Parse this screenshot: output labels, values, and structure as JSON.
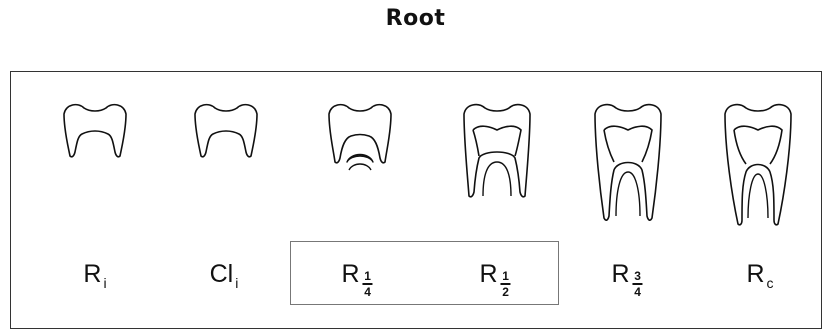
{
  "title": "Root",
  "stages": [
    {
      "name": "R",
      "sub": "i"
    },
    {
      "name": "Cl",
      "sub": "i"
    },
    {
      "name": "R",
      "num": "1",
      "den": "4"
    },
    {
      "name": "R",
      "num": "1",
      "den": "2"
    },
    {
      "name": "R",
      "num": "3",
      "den": "4"
    },
    {
      "name": "R",
      "sub": "c"
    }
  ],
  "highlighted_stages": [
    "R 1/4",
    "R 1/2"
  ]
}
